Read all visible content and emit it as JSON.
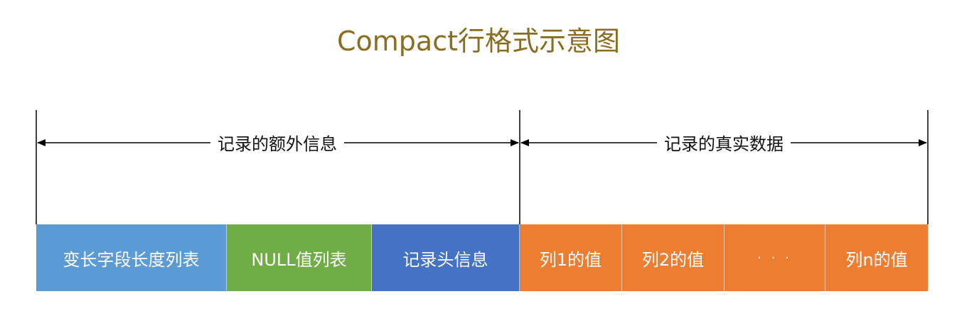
{
  "title": "Compact行格式示意图",
  "sections": {
    "extra_info": "记录的额外信息",
    "real_data": "记录的真实数据"
  },
  "cells": [
    {
      "label": "变长字段长度列表",
      "color": "#5b9bd5"
    },
    {
      "label": "NULL值列表",
      "color": "#70ad47"
    },
    {
      "label": "记录头信息",
      "color": "#4472c4"
    },
    {
      "label": "列1的值",
      "color": "#ed7d31"
    },
    {
      "label": "列2的值",
      "color": "#ed7d31"
    },
    {
      "label": "· · ·",
      "color": "#ed7d31"
    },
    {
      "label": "列n的值",
      "color": "#ed7d31"
    }
  ],
  "colors": {
    "title": "#8a6d1f",
    "line": "#000000"
  }
}
